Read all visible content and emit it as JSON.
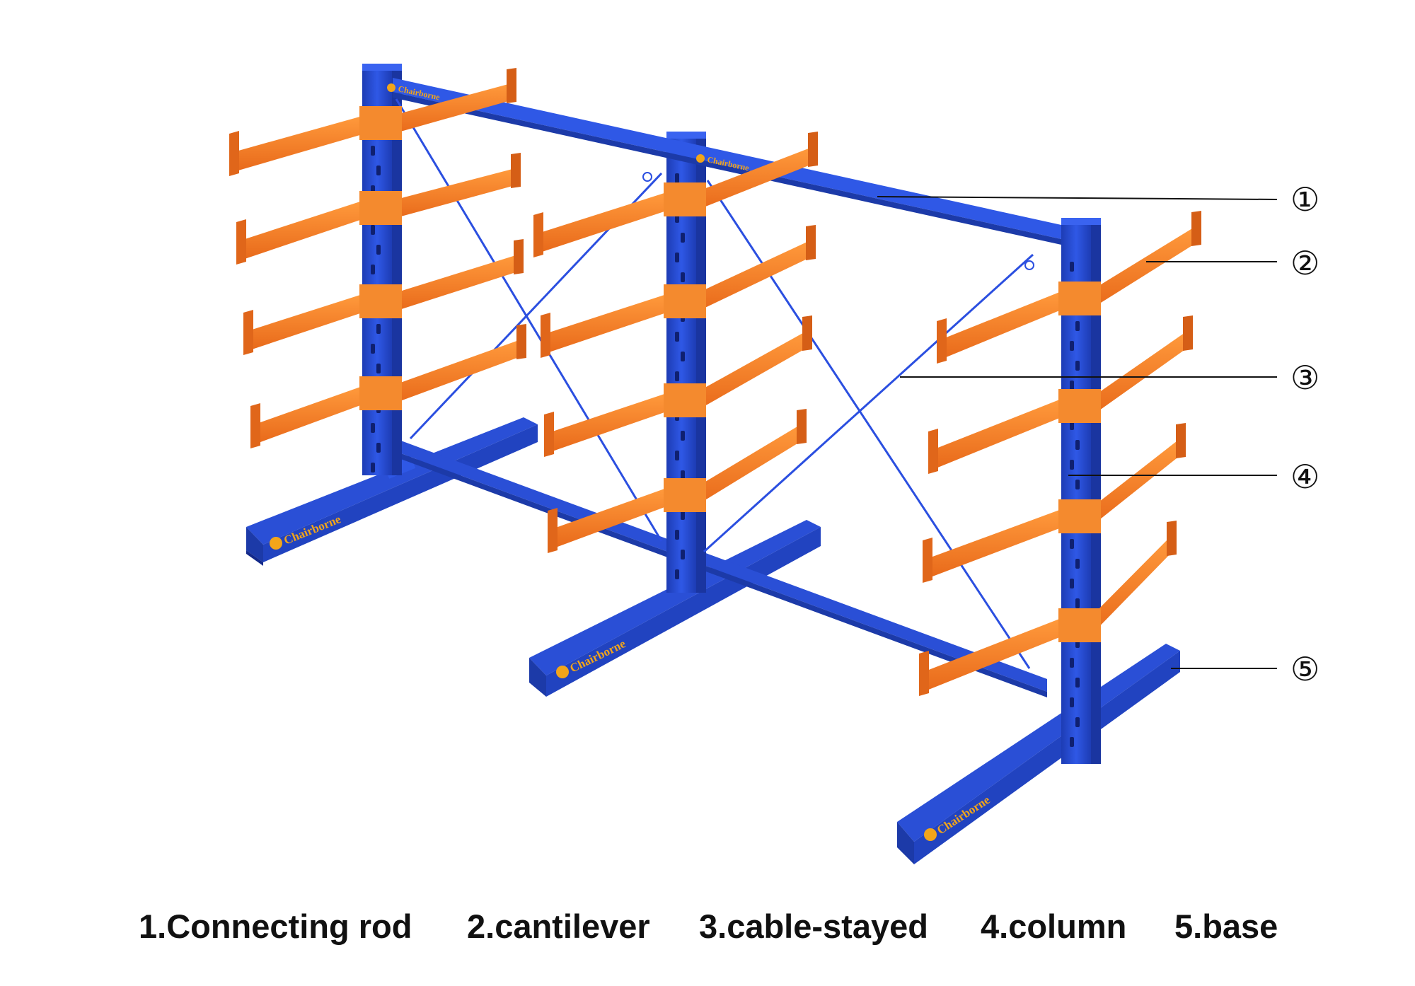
{
  "brand": {
    "logo_text": "Chairborne"
  },
  "colors": {
    "column_blue": "#2a4fd6",
    "column_blue_dark": "#1c3aa8",
    "arm_orange": "#f47a1f",
    "arm_orange_dark": "#c85a10",
    "logo_gold": "#f2a51a",
    "callout_line": "#111111"
  },
  "callouts": [
    {
      "number": "①",
      "part": "connecting-rod"
    },
    {
      "number": "②",
      "part": "cantilever"
    },
    {
      "number": "③",
      "part": "cable-stayed"
    },
    {
      "number": "④",
      "part": "column"
    },
    {
      "number": "⑤",
      "part": "base"
    }
  ],
  "legend": [
    {
      "label": "1.Connecting rod"
    },
    {
      "label": "2.cantilever"
    },
    {
      "label": "3.cable-stayed"
    },
    {
      "label": "4.column"
    },
    {
      "label": "5.base"
    }
  ]
}
